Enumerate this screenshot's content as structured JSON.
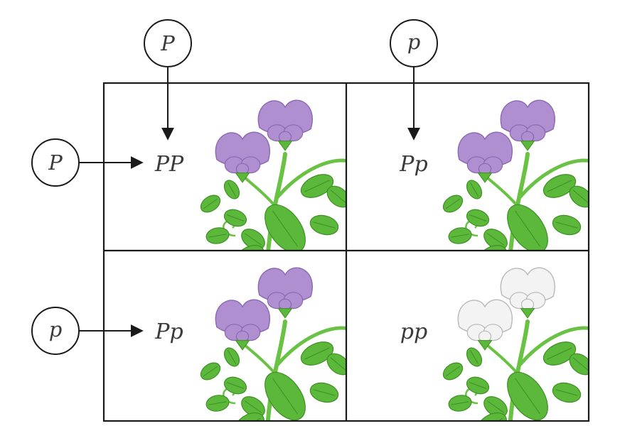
{
  "gametes": {
    "top_left": "P",
    "top_right": "p",
    "left_top": "P",
    "left_bottom": "p"
  },
  "cells": [
    {
      "genotype": "PP",
      "flower": "purple"
    },
    {
      "genotype": "Pp",
      "flower": "purple"
    },
    {
      "genotype": "Pp",
      "flower": "purple"
    },
    {
      "genotype": "pp",
      "flower": "white"
    }
  ],
  "colors": {
    "purple_petal": "#b08fd0",
    "purple_petal_dark": "#8a67b3",
    "white_petal": "#f3f3f3",
    "white_petal_edge": "#b8b8b8",
    "leaf": "#5cb83a",
    "leaf_dark": "#3e8f25",
    "stem": "#6ac244",
    "line": "#1a1a1a"
  }
}
